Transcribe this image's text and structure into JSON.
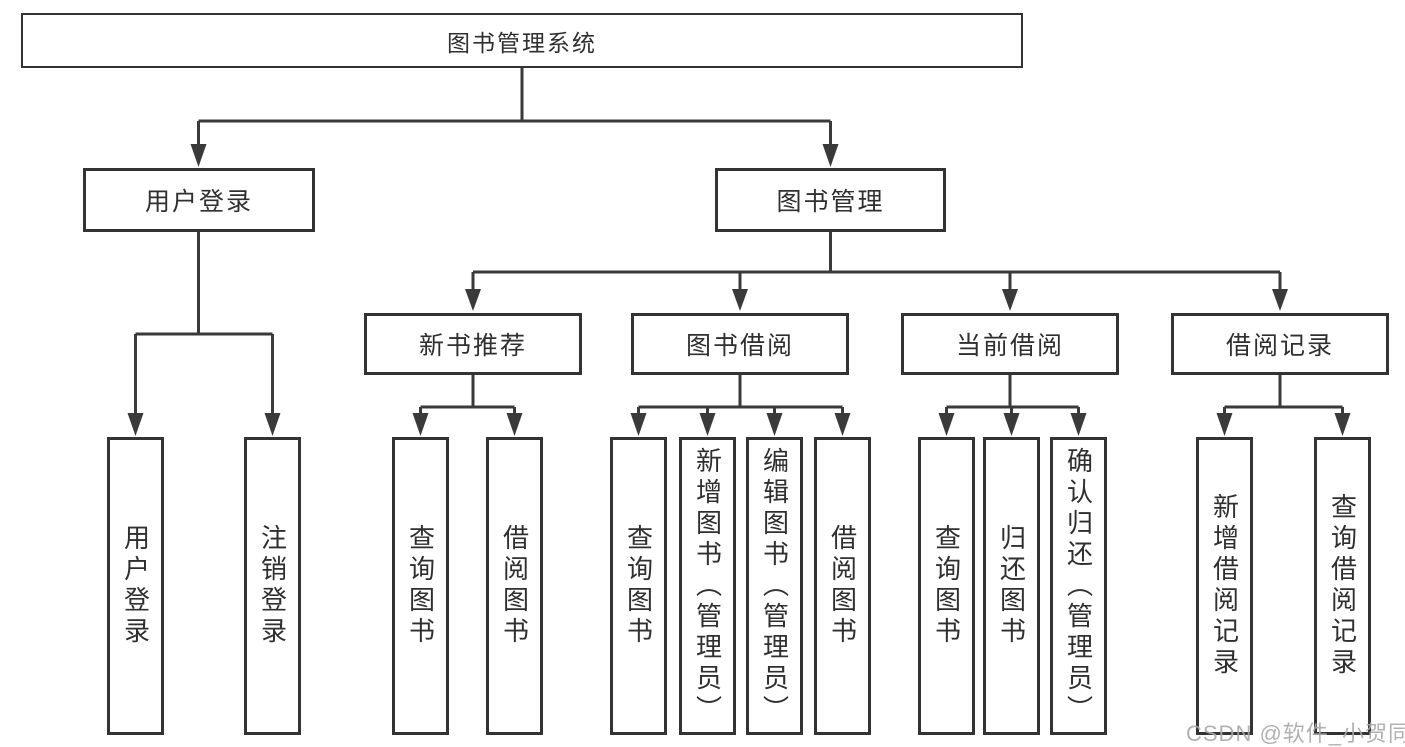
{
  "tree": {
    "root": {
      "label": "图书管理系统"
    },
    "user_login": {
      "label": "用户登录",
      "children": [
        "用户登录",
        "注销登录"
      ]
    },
    "book_management": {
      "label": "图书管理",
      "sections": {
        "new_book_recommend": {
          "label": "新书推荐",
          "children": [
            "查询图书",
            "借阅图书"
          ]
        },
        "book_borrowing": {
          "label": "图书借阅",
          "children": [
            "查询图书",
            "新增图书（管理员）",
            "编辑图书（管理员）",
            "借阅图书"
          ]
        },
        "current_borrowing": {
          "label": "当前借阅",
          "children": [
            "查询图书",
            "归还图书",
            "确认归还（管理员）"
          ]
        },
        "borrowing_records": {
          "label": "借阅记录",
          "children": [
            "新增借阅记录",
            "查询借阅记录"
          ]
        }
      }
    }
  },
  "watermark": {
    "text": "CSDN @软件_小贺同学"
  },
  "colors": {
    "line": "#3a3a3a",
    "box_border": "#333333",
    "text": "#2f2f2f",
    "watermark": "#a8a8a8",
    "background": "#ffffff"
  }
}
